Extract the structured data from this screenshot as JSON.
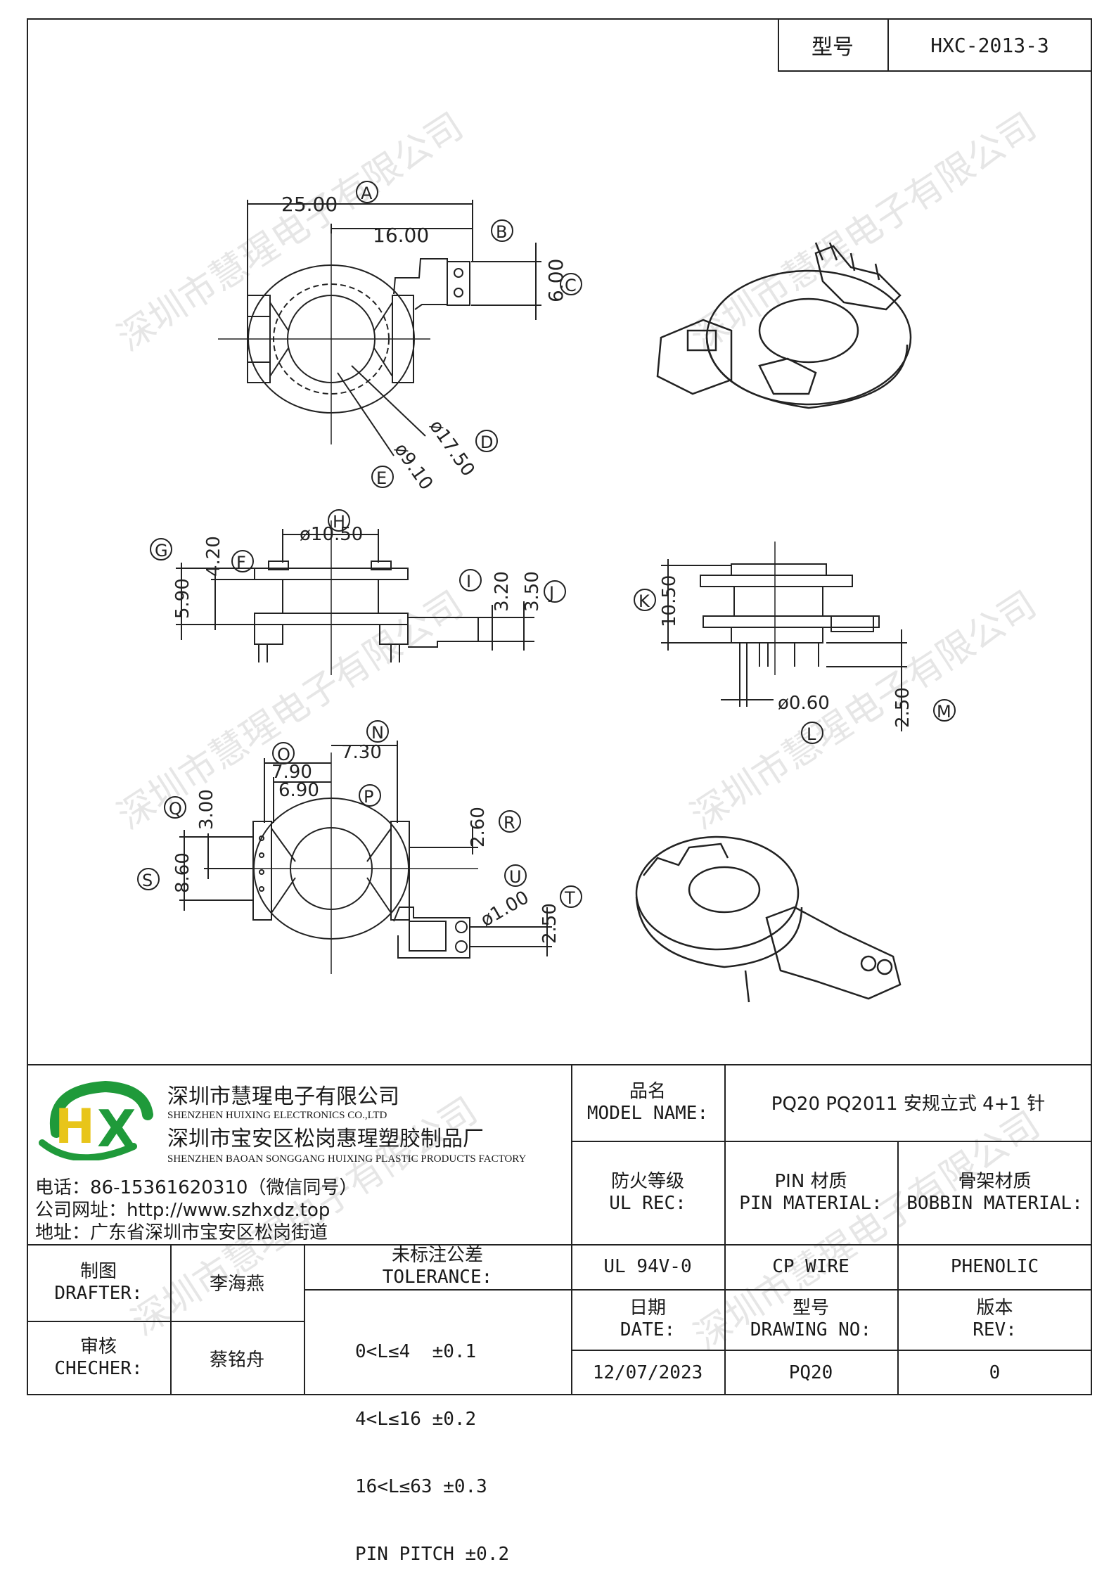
{
  "header": {
    "model_label": "型号",
    "model_value": "HXC-2013-3"
  },
  "watermark": "深圳市慧瑆电子有限公司",
  "drawing": {
    "labels": [
      "A",
      "B",
      "C",
      "D",
      "E",
      "F",
      "G",
      "H",
      "I",
      "J",
      "K",
      "L",
      "M",
      "N",
      "O",
      "P",
      "Q",
      "R",
      "S",
      "T",
      "U"
    ],
    "top": {
      "A": "25.00",
      "B_dim": "16.00",
      "C": "6.00",
      "D": "ø17.50",
      "E": "ø9.10"
    },
    "side": {
      "H": "ø10.50",
      "G": "5.90",
      "F": "4.20",
      "I": "3.20",
      "J": "3.50",
      "K": "10.50",
      "L": "ø0.60",
      "M": "2.50"
    },
    "bottom": {
      "N": "7.30",
      "O": "7.90",
      "P": "6.90",
      "Q": "3.00",
      "R": "2.60",
      "S": "8.60",
      "U": "ø1.00",
      "T": "2.50"
    }
  },
  "company": {
    "name_cn": "深圳市慧瑆电子有限公司",
    "name_en": "SHENZHEN HUIXING ELECTRONICS CO.,LTD",
    "factory_cn": "深圳市宝安区松岗惠瑆塑胶制品厂",
    "factory_en": "SHENZHEN BAOAN SONGGANG HUIXING PLASTIC PRODUCTS FACTORY",
    "phone": "电话：86-15361620310（微信同号）",
    "website": "公司网址：http://www.szhxdz.top",
    "address": "地址：广东省深圳市宝安区松岗街道",
    "logo_text": "HX",
    "logo_colors": {
      "green": "#1f9a3a",
      "yellow": "#e8c51a"
    }
  },
  "title_block": {
    "model_name_cn": "品名",
    "model_name_en": "MODEL NAME:",
    "model_name_value": "PQ20 PQ2011 安规立式 4+1 针",
    "ul_cn": "防火等级",
    "ul_en": "UL REC:",
    "pin_cn": "PIN 材质",
    "pin_en": "PIN MATERIAL:",
    "bobbin_cn": "骨架材质",
    "bobbin_en": "BOBBIN MATERIAL:",
    "ul_value": "UL 94V-0",
    "pin_value": "CP WIRE",
    "bobbin_value": "PHENOLIC",
    "drafter_cn": "制图",
    "drafter_en": "DRAFTER:",
    "drafter_name": "李海燕",
    "checker_cn": "审核",
    "checker_en": "CHECHER:",
    "checker_name": "蔡铭舟",
    "tolerance_cn": "未标注公差",
    "tolerance_en": "TOLERANCE:",
    "tolerance_lines": [
      "0<L≤4  ±0.1",
      "4<L≤16 ±0.2",
      "16<L≤63 ±0.3",
      "PIN PITCH ±0.2"
    ],
    "date_cn": "日期",
    "date_en": "DATE:",
    "date_value": "12/07/2023",
    "drawing_no_cn": "型号",
    "drawing_no_en": "DRAWING NO:",
    "drawing_no_value": "PQ20",
    "rev_cn": "版本",
    "rev_en": "REV:",
    "rev_value": "0"
  }
}
